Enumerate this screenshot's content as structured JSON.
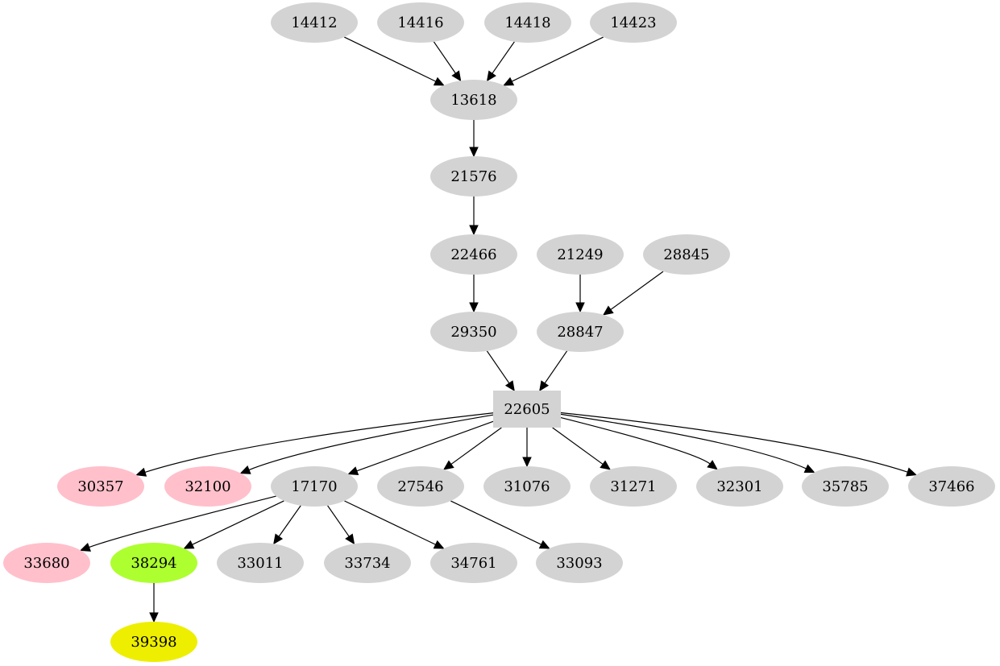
{
  "colors": {
    "default": "#d3d3d3",
    "pink": "#ffc0cb",
    "green": "#adff2f",
    "yellow": "#eeee00",
    "edge": "#000000"
  },
  "nodes": [
    {
      "id": "14412",
      "label": "14412",
      "color": "default",
      "shape": "ellipse"
    },
    {
      "id": "14416",
      "label": "14416",
      "color": "default",
      "shape": "ellipse"
    },
    {
      "id": "14418",
      "label": "14418",
      "color": "default",
      "shape": "ellipse"
    },
    {
      "id": "14423",
      "label": "14423",
      "color": "default",
      "shape": "ellipse"
    },
    {
      "id": "13618",
      "label": "13618",
      "color": "default",
      "shape": "ellipse"
    },
    {
      "id": "21576",
      "label": "21576",
      "color": "default",
      "shape": "ellipse"
    },
    {
      "id": "22466",
      "label": "22466",
      "color": "default",
      "shape": "ellipse"
    },
    {
      "id": "21249",
      "label": "21249",
      "color": "default",
      "shape": "ellipse"
    },
    {
      "id": "28845",
      "label": "28845",
      "color": "default",
      "shape": "ellipse"
    },
    {
      "id": "29350",
      "label": "29350",
      "color": "default",
      "shape": "ellipse"
    },
    {
      "id": "28847",
      "label": "28847",
      "color": "default",
      "shape": "ellipse"
    },
    {
      "id": "22605",
      "label": "22605",
      "color": "default",
      "shape": "box"
    },
    {
      "id": "30357",
      "label": "30357",
      "color": "pink",
      "shape": "ellipse"
    },
    {
      "id": "32100",
      "label": "32100",
      "color": "pink",
      "shape": "ellipse"
    },
    {
      "id": "17170",
      "label": "17170",
      "color": "default",
      "shape": "ellipse"
    },
    {
      "id": "27546",
      "label": "27546",
      "color": "default",
      "shape": "ellipse"
    },
    {
      "id": "31076",
      "label": "31076",
      "color": "default",
      "shape": "ellipse"
    },
    {
      "id": "31271",
      "label": "31271",
      "color": "default",
      "shape": "ellipse"
    },
    {
      "id": "32301",
      "label": "32301",
      "color": "default",
      "shape": "ellipse"
    },
    {
      "id": "35785",
      "label": "35785",
      "color": "default",
      "shape": "ellipse"
    },
    {
      "id": "37466",
      "label": "37466",
      "color": "default",
      "shape": "ellipse"
    },
    {
      "id": "33680",
      "label": "33680",
      "color": "pink",
      "shape": "ellipse"
    },
    {
      "id": "38294",
      "label": "38294",
      "color": "green",
      "shape": "ellipse"
    },
    {
      "id": "33011",
      "label": "33011",
      "color": "default",
      "shape": "ellipse"
    },
    {
      "id": "33734",
      "label": "33734",
      "color": "default",
      "shape": "ellipse"
    },
    {
      "id": "34761",
      "label": "34761",
      "color": "default",
      "shape": "ellipse"
    },
    {
      "id": "33093",
      "label": "33093",
      "color": "default",
      "shape": "ellipse"
    },
    {
      "id": "39398",
      "label": "39398",
      "color": "yellow",
      "shape": "ellipse"
    }
  ],
  "edges": [
    {
      "from": "14412",
      "to": "13618"
    },
    {
      "from": "14416",
      "to": "13618"
    },
    {
      "from": "14418",
      "to": "13618"
    },
    {
      "from": "14423",
      "to": "13618"
    },
    {
      "from": "13618",
      "to": "21576"
    },
    {
      "from": "21576",
      "to": "22466"
    },
    {
      "from": "22466",
      "to": "29350"
    },
    {
      "from": "21249",
      "to": "28847"
    },
    {
      "from": "28845",
      "to": "28847"
    },
    {
      "from": "29350",
      "to": "22605"
    },
    {
      "from": "28847",
      "to": "22605"
    },
    {
      "from": "22605",
      "to": "30357"
    },
    {
      "from": "22605",
      "to": "32100"
    },
    {
      "from": "22605",
      "to": "17170"
    },
    {
      "from": "22605",
      "to": "27546"
    },
    {
      "from": "22605",
      "to": "31076"
    },
    {
      "from": "22605",
      "to": "31271"
    },
    {
      "from": "22605",
      "to": "32301"
    },
    {
      "from": "22605",
      "to": "35785"
    },
    {
      "from": "22605",
      "to": "37466"
    },
    {
      "from": "17170",
      "to": "33680"
    },
    {
      "from": "17170",
      "to": "38294"
    },
    {
      "from": "17170",
      "to": "33011"
    },
    {
      "from": "17170",
      "to": "33734"
    },
    {
      "from": "17170",
      "to": "34761"
    },
    {
      "from": "27546",
      "to": "33093"
    },
    {
      "from": "38294",
      "to": "39398"
    }
  ]
}
